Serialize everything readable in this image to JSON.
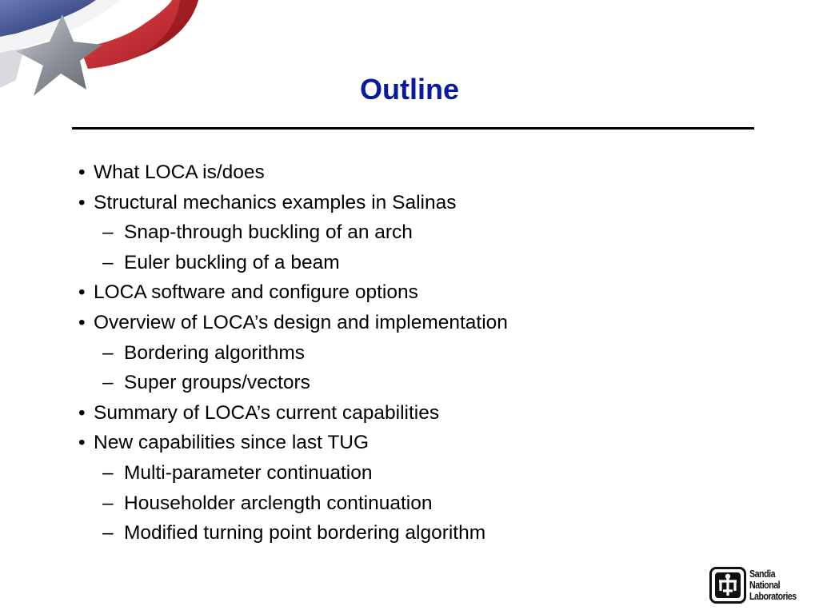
{
  "slide": {
    "title": "Outline",
    "items": [
      {
        "level": 1,
        "marker": "•",
        "text": "What LOCA is/does"
      },
      {
        "level": 1,
        "marker": "•",
        "text": "Structural mechanics examples in Salinas"
      },
      {
        "level": 2,
        "marker": "–",
        "text": "Snap-through buckling of an arch"
      },
      {
        "level": 2,
        "marker": "–",
        "text": "Euler buckling of a beam"
      },
      {
        "level": 1,
        "marker": "•",
        "text": "LOCA software and configure options"
      },
      {
        "level": 1,
        "marker": "•",
        "text": "Overview of LOCA’s design and implementation"
      },
      {
        "level": 2,
        "marker": "–",
        "text": "Bordering algorithms"
      },
      {
        "level": 2,
        "marker": "–",
        "text": "Super groups/vectors"
      },
      {
        "level": 1,
        "marker": "•",
        "text": "Summary of LOCA’s current capabilities"
      },
      {
        "level": 1,
        "marker": "•",
        "text": "New capabilities since last TUG"
      },
      {
        "level": 2,
        "marker": "–",
        "text": "Multi-parameter continuation"
      },
      {
        "level": 2,
        "marker": "–",
        "text": "Householder arclength continuation"
      },
      {
        "level": 2,
        "marker": "–",
        "text": "Modified turning point bordering algorithm"
      }
    ]
  },
  "logo": {
    "lines": [
      "Sandia",
      "National",
      "Laboratories"
    ]
  },
  "colors": {
    "title": "#0a1a9e",
    "rule": "#000000",
    "flag_red": "#c8202a",
    "flag_blue": "#2f3f86",
    "star": "#8a8e96"
  },
  "icons": {
    "corner": "flag-star-swoosh-icon",
    "logo": "thunderbird-logo-icon"
  }
}
